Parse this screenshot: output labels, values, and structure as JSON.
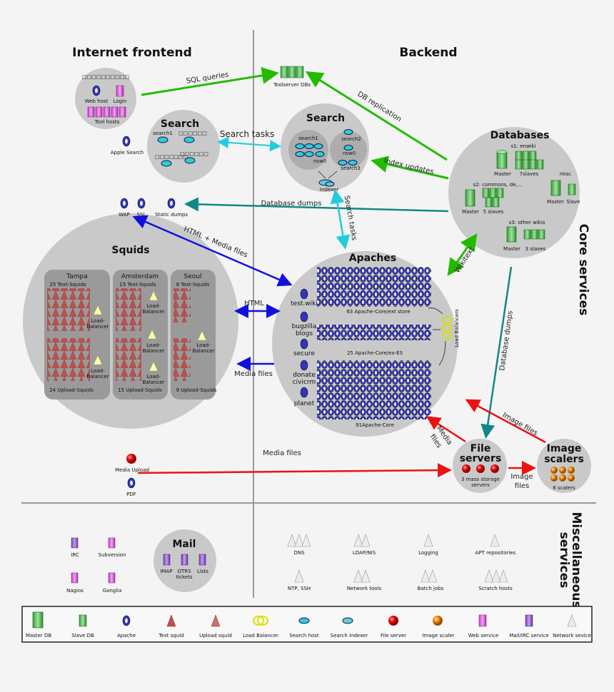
{
  "sections": {
    "internet_frontend": "Internet frontend",
    "backend": "Backend",
    "core_services": "Core services",
    "misc_services_1": "Miscellaneous",
    "misc_services_2": "services"
  },
  "toolserver": {
    "items": [
      "Web host",
      "Login",
      "Tool hosts"
    ],
    "title_glyphs": "□□□□□□□□□□",
    "db_label": "Toolserver DBs"
  },
  "front_search": {
    "title": "Search",
    "nodes": [
      "search1",
      "□□□□□□",
      "□□□□□□□",
      "□□□□□□"
    ],
    "apple": "Apple Search"
  },
  "back_search": {
    "title": "Search",
    "nodes": [
      "search1",
      "search2",
      "nsw0",
      "nsw0",
      "search3",
      "Indexer"
    ]
  },
  "edges": {
    "sql_queries": "SQL queries",
    "search_tasks_front": "Search tasks",
    "db_replication": "DB replication",
    "index_updates": "Index updates",
    "database_dumps_h": "Database dumps",
    "search_tasks_v": "Search tasks",
    "html_media": "HTML + Media files",
    "wikitext": "Wikitext",
    "html": "HTML",
    "media_files_left": "Media files",
    "database_dumps_v": "Database dumps",
    "image_files_1": "Image files",
    "media_files_fs_1": "Media",
    "media_files_fs_2": "files",
    "media_files_low": "Media files",
    "image_files_2a": "Image",
    "image_files_2b": "files"
  },
  "databases": {
    "title": "Databases",
    "s1": "s1: enwiki",
    "s1_master": "Master",
    "s1_slaves": "7slaves",
    "misc": "misc",
    "misc_master": "Master",
    "misc_slave": "Slave",
    "s2": "s2: commons, de,...",
    "s2_master": "Master",
    "s2_slaves": "5 slaves",
    "s3": "s3: other wikis",
    "s3_master": "Master",
    "s3_slaves": "3 slaves"
  },
  "frontend_misc": [
    "WAP",
    "SSL",
    "Static dumps"
  ],
  "squids": {
    "title": "Squids",
    "tampa": {
      "name": "Tampa",
      "top": "25 Text-Squids",
      "bottom": "24 Upload-Squids"
    },
    "amsterdam": {
      "name": "Amsterdam",
      "top": "15 Text-Squids",
      "bottom": "15 Upload-Squids"
    },
    "seoul": {
      "name": "Seoul",
      "top": "8 Text-Squids",
      "bottom": "9 Upload-Squids"
    },
    "lb_1": "Load-",
    "lb_2": "Balancer"
  },
  "apaches": {
    "title": "Apaches",
    "services": [
      "test.wiki",
      "bugzilla",
      "blogs",
      "secure",
      "donate",
      "civicrm",
      "planet"
    ],
    "group1": "63 Apache-Core/ext store",
    "group2": "25 Apache-Core/ex-ES",
    "group3": "91Apache-Core",
    "load_balancers": "Load Balancers"
  },
  "file_servers": {
    "title_1": "File",
    "title_2": "servers",
    "sub_1": "3 mass storage",
    "sub_2": "servers"
  },
  "image_scalers": {
    "title_1": "Image",
    "title_2": "scalers",
    "sub": "6 scalers"
  },
  "media_upload": "Media Upload",
  "pdf": "PDF",
  "misc_left": [
    "IRC",
    "Subversion",
    "Nagios",
    "Ganglia"
  ],
  "mail": {
    "title": "Mail",
    "items": [
      "IMAP",
      "OTRS",
      "tickets",
      "Lists"
    ]
  },
  "misc_right": [
    "DNS",
    "LDAP/NIS",
    "Logging",
    "APT repositories",
    "NTP, SSH",
    "Network tools",
    "Batch jobs",
    "Scratch hosts"
  ],
  "legend": [
    "Master DB",
    "Slave DB",
    "Apache",
    "Text squid",
    "Upload squid",
    "Load Balancer",
    "Search host",
    "Search indexer",
    "File server",
    "Image scaler",
    "Web service",
    "Mail/IRC service",
    "Network sevice"
  ],
  "colors": {
    "sql": "#22bb00",
    "search": "#22ccdd",
    "dumps": "#118888",
    "html": "#1111dd",
    "media": "#ee1111",
    "circle": "#c9c9c9"
  }
}
